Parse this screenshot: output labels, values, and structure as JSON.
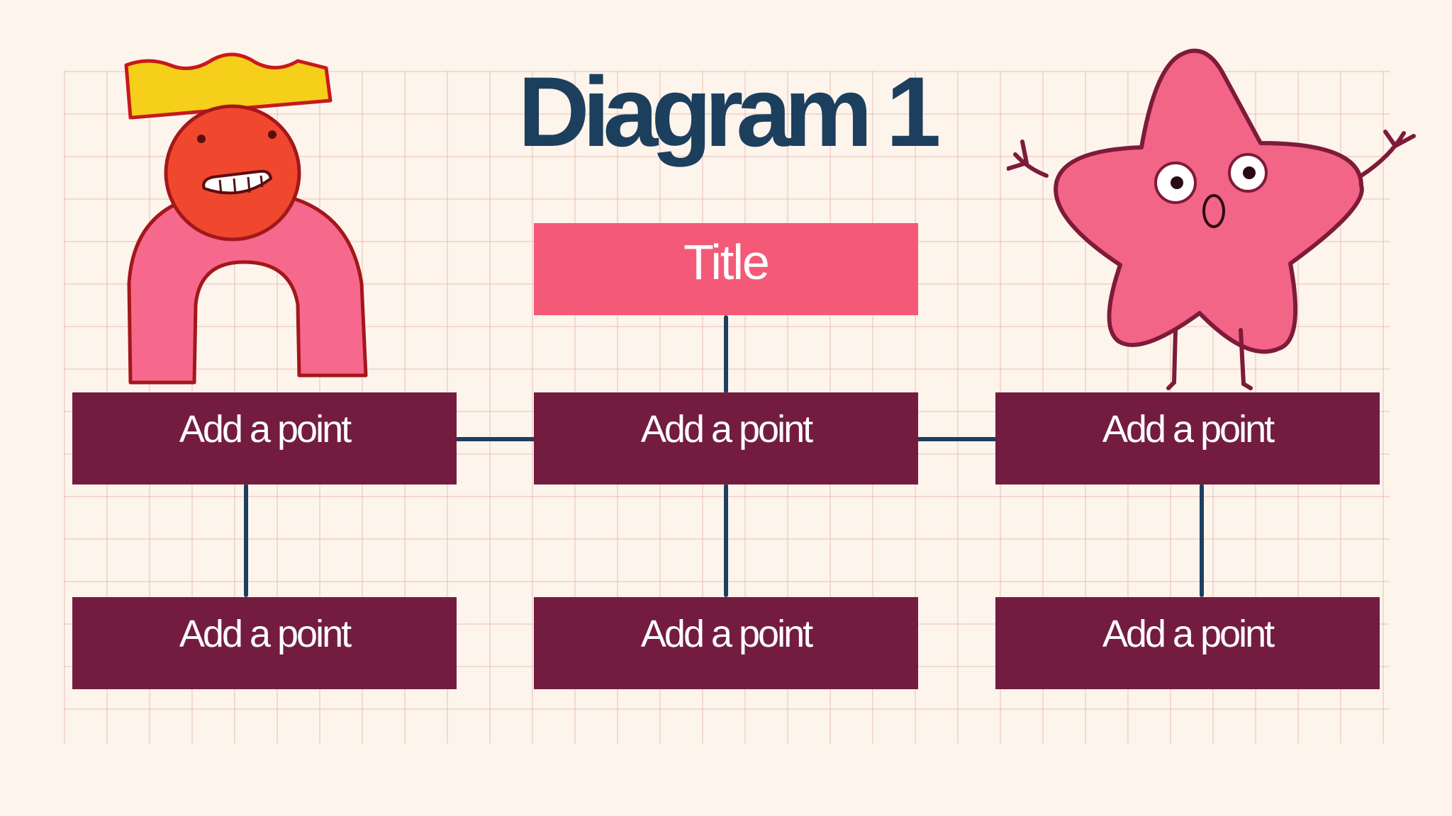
{
  "diagram": {
    "heading": "Diagram 1",
    "top_box": "Title",
    "row1": [
      "Add a point",
      "Add a point",
      "Add a point"
    ],
    "row2": [
      "Add a point",
      "Add a point",
      "Add a point"
    ]
  },
  "colors": {
    "background": "#fdf4ec",
    "heading": "#1d3f5e",
    "title_box": "#f45a78",
    "point_box": "#731c40",
    "connector": "#1d3f5e"
  },
  "icons": [
    "crowned-arch-character",
    "pink-star-character"
  ]
}
